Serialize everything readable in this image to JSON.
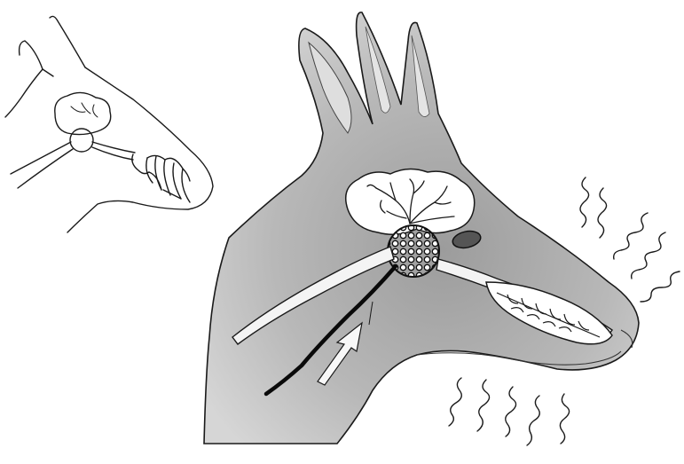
{
  "figure": {
    "panels": [
      {
        "id": "small-head-outline",
        "description_key": "outline"
      },
      {
        "id": "large-head-shaded",
        "description_key": "shaded"
      }
    ],
    "colors": {
      "ink": "#1a1a1a",
      "shade_light": "#c9c9c9",
      "shade_mid": "#a9a9a9",
      "shade_dark": "#8a8a8a",
      "paper": "#ffffff"
    }
  }
}
